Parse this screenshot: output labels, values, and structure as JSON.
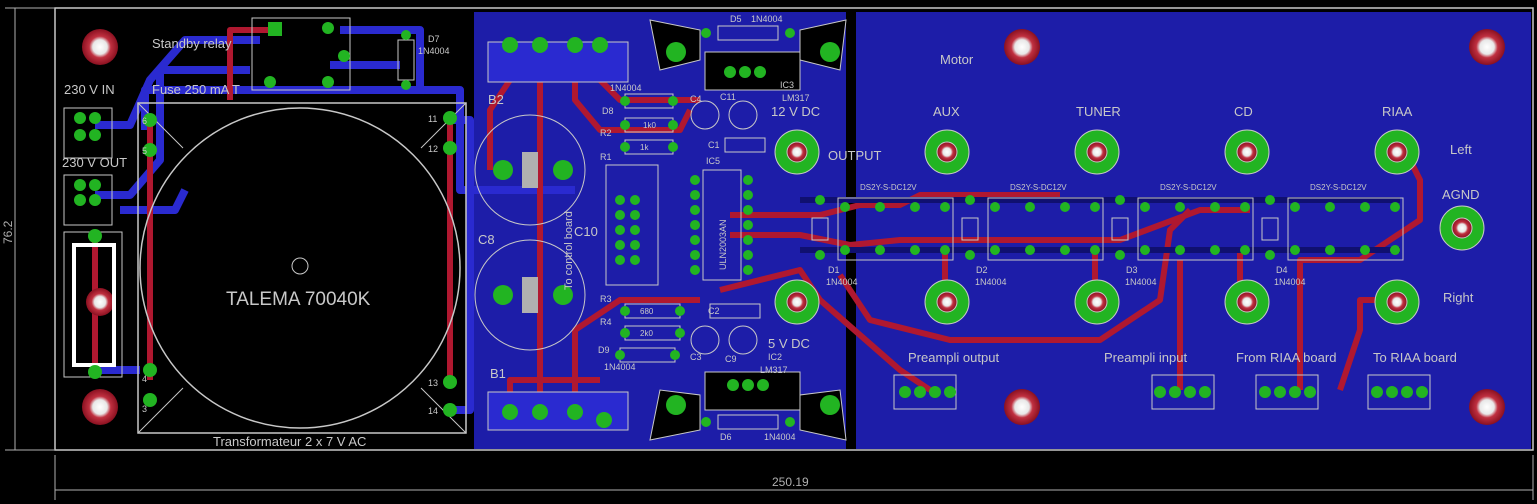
{
  "labels": {
    "standby_relay": "Standby relay",
    "d7": "D7",
    "d7_part": "1N4004",
    "fuse": "Fuse 250 mA T",
    "v230_in": "230 V IN",
    "v230_out": "230 V OUT",
    "transformer": "TALEMA 70040K",
    "transformer_note": "Transformateur 2 x 7 V AC",
    "b2": "B2",
    "b1": "B1",
    "c8": "C8",
    "c10": "C10",
    "control_board": "To control board",
    "d5": "D5",
    "d5_part": "1N4004",
    "ic3": "IC3",
    "lm317_top": "LM317",
    "d8": "D8",
    "d8_part": "1N4004",
    "c4": "C4",
    "c11": "C11",
    "v12dc": "12 V DC",
    "r2": "R2",
    "r2_val": "1k0",
    "r1": "R1",
    "r1_val": "1k",
    "c1": "C1",
    "ic5": "IC5",
    "uln": "ULN2003AN",
    "r3": "R3",
    "r3_val": "680",
    "r4": "R4",
    "r4_val": "2k0",
    "c2": "C2",
    "d9": "D9",
    "d9_part": "1N4004",
    "c3": "C3",
    "c9": "C9",
    "v5dc": "5 V DC",
    "ic2": "IC2",
    "lm317_bot": "LM317",
    "d6": "D6",
    "d6_part": "1N4004",
    "motor": "Motor",
    "aux": "AUX",
    "tuner": "TUNER",
    "cd": "CD",
    "riaa": "RIAA",
    "output": "OUTPUT",
    "left": "Left",
    "agnd": "AGND",
    "right": "Right",
    "relay_part": "DS2Y-S-DC12V",
    "d1": "D1",
    "d2": "D2",
    "d3": "D3",
    "d4": "D4",
    "diode_part": "1N4004",
    "preampli_output": "Preampli output",
    "preampli_input": "Preampli input",
    "from_riaa": "From RIAA board",
    "to_riaa": "To RIAA board",
    "pin_6": "6",
    "pin_5": "5",
    "pin_4": "4",
    "pin_3": "3",
    "pin_11": "11",
    "pin_12": "12",
    "pin_13": "13",
    "pin_14": "14",
    "dim_height": "76.2",
    "dim_width": "250.19"
  },
  "colors": {
    "board_bg": "#000000",
    "blue_pour": "#1d1da8",
    "blue_trace": "#2a2ad0",
    "red_trace": "#b01830",
    "pad_green": "#22b422",
    "outline": "#c8c8c8"
  }
}
